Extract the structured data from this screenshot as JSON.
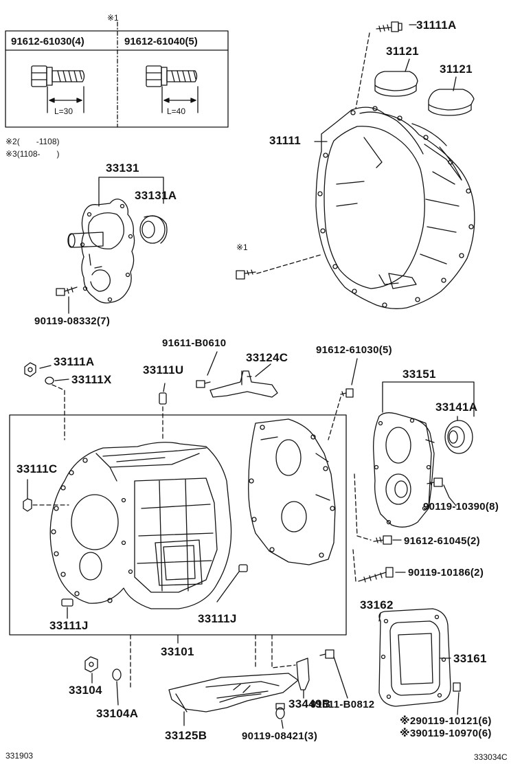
{
  "table": {
    "marker": "※1",
    "col1": "91612-61030(4)",
    "col2": "91612-61040(5)",
    "len1": "L=30",
    "len2": "L=40"
  },
  "notes": {
    "note2": "※2(　　-1108)",
    "note3": "※3(1108-　　)"
  },
  "parts": {
    "p31111A": "31111A",
    "p31121a": "31121",
    "p31121b": "31121",
    "p31111": "31111",
    "p33131": "33131",
    "p33131A": "33131A",
    "mark1": "※1",
    "p90119_08332": "90119-08332(7)",
    "p91611_B0610": "91611-B0610",
    "p33111A": "33111A",
    "p33124C": "33124C",
    "p91612_61030": "91612-61030(5)",
    "p33111X": "33111X",
    "p33111U": "33111U",
    "p33151": "33151",
    "p33141A": "33141A",
    "p33111C": "33111C",
    "p90119_10390": "90119-10390(8)",
    "p91612_61045": "91612-61045(2)",
    "p90119_10186": "90119-10186(2)",
    "p33162": "33162",
    "p33111J_left": "33111J",
    "p33111J_right": "33111J",
    "p33101": "33101",
    "p33161": "33161",
    "p33104": "33104",
    "p91611_B0812": "91611-B0812",
    "p33104A": "33104A",
    "p33449B": "33449B",
    "p90119_10121": "※290119-10121(6)",
    "p33125B": "33125B",
    "p90119_08421": "90119-08421(3)",
    "p90119_10970": "※390119-10970(6)"
  },
  "refs": {
    "left": "331903",
    "right": "333034C"
  }
}
